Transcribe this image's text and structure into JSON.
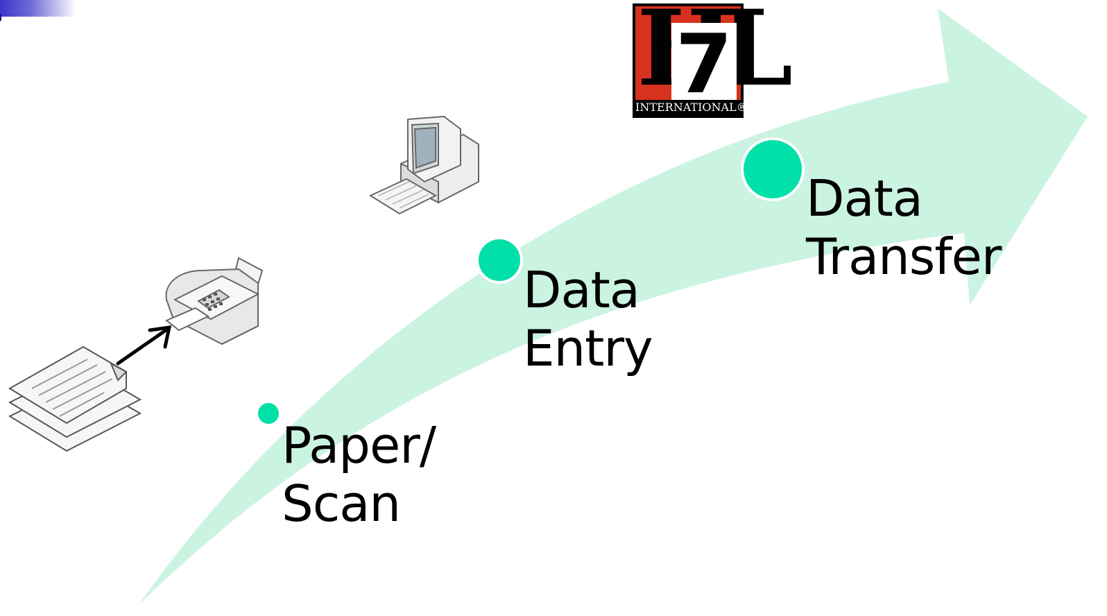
{
  "steps": [
    {
      "label": "Paper/\nScan"
    },
    {
      "label": "Data\nEntry"
    },
    {
      "label": "Data\nTransfer"
    }
  ],
  "logo": {
    "letters": "HL",
    "digit": "7",
    "caption": "INTERNATIONAL®"
  },
  "colors": {
    "arrow": "#cbf3e1",
    "dot": "#00e0a8",
    "dot_border": "#ffffff",
    "logo_red": "#d6321f"
  },
  "icons": [
    "document-stack-icon",
    "fax-machine-icon",
    "desktop-computer-icon"
  ]
}
